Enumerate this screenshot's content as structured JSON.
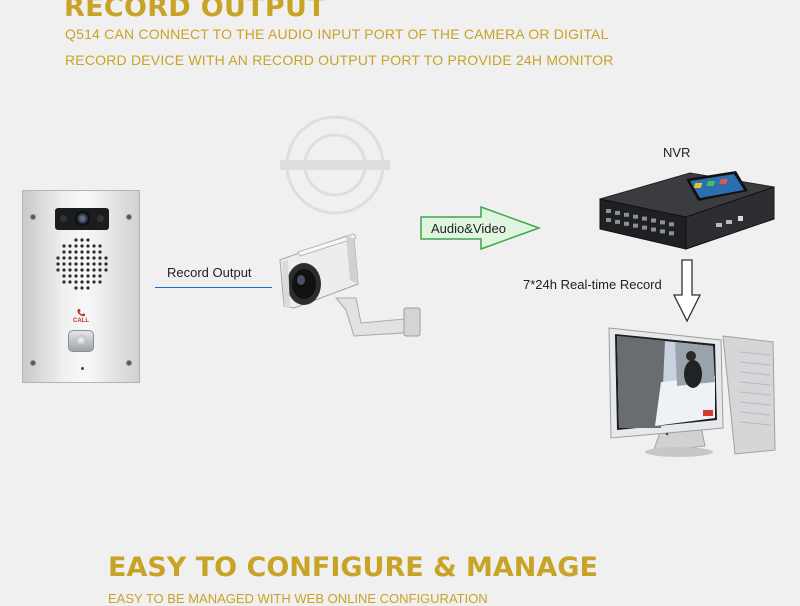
{
  "section1": {
    "title": "RECORD OUTPUT",
    "desc_line1": "Q514 CAN CONNECT TO THE AUDIO INPUT PORT OF THE CAMERA OR DIGITAL",
    "desc_line2": "RECORD DEVICE WITH AN RECORD OUTPUT PORT TO PROVIDE 24H MONITOR"
  },
  "diagram": {
    "intercom_call_label": "CALL",
    "record_output_label": "Record Output",
    "audio_video_label": "Audio&Video",
    "nvr_label": "NVR",
    "realtime_label": "7*24h Real-time Record",
    "accent_color": "#c9a325",
    "link_color": "#1a6ecf",
    "arrow_fill": "#dff5df",
    "arrow_stroke": "#3fa64a",
    "icons": [
      "intercom-panel-icon",
      "cctv-camera-icon",
      "nvr-recorder-icon",
      "monitor-icon"
    ]
  },
  "section2": {
    "title": "EASY TO CONFIGURE & MANAGE",
    "desc": "EASY TO BE MANAGED WITH WEB ONLINE CONFIGURATION"
  }
}
